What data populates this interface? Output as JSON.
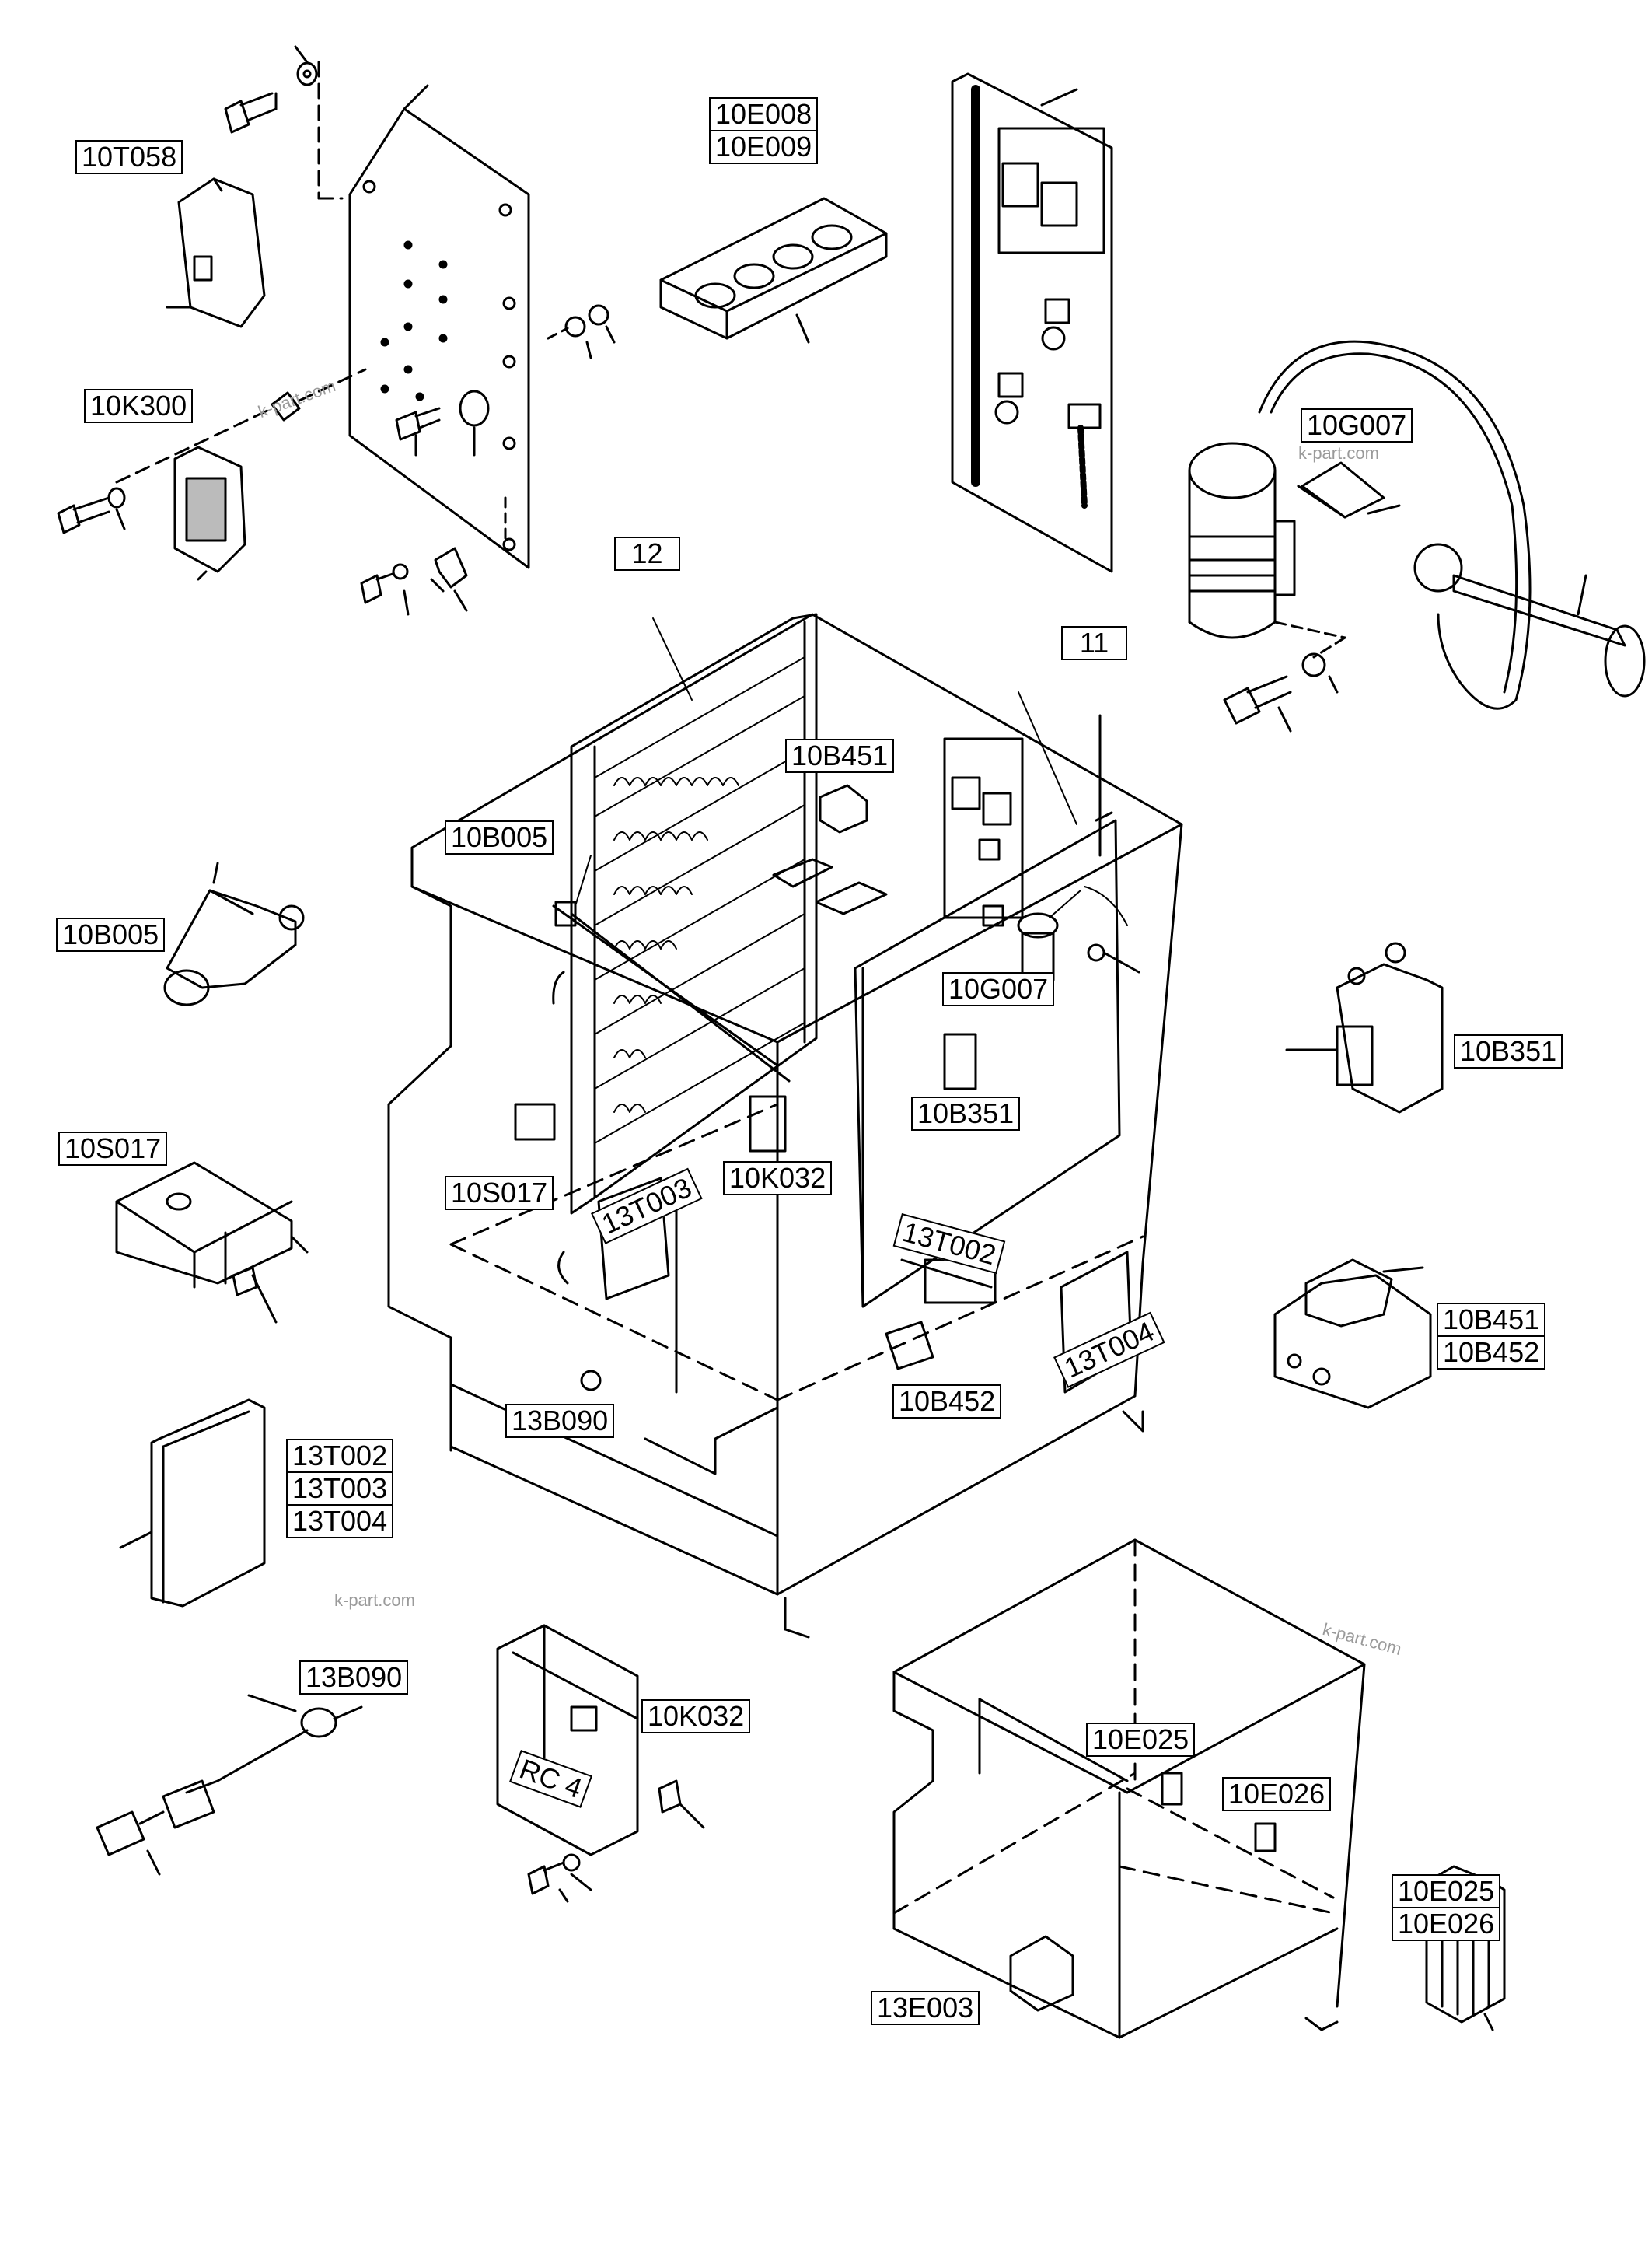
{
  "labels": {
    "l_10T058": "10T058",
    "l_10K300": "10K300",
    "l_10E008": "10E008",
    "l_10E009": "10E009",
    "l_10G007_top": "10G007",
    "l_12": "12",
    "l_11": "11",
    "l_10B451_center": "10B451",
    "l_10B005_center": "10B005",
    "l_10B005_left": "10B005",
    "l_10G007_center": "10G007",
    "l_10B351_right": "10B351",
    "l_10B351_center": "10B351",
    "l_10S017_left": "10S017",
    "l_10S017_center": "10S017",
    "l_10K032_center": "10K032",
    "l_13T003_center": "13T003",
    "l_13T002_center": "13T002",
    "l_13T004_center": "13T004",
    "l_13B090_center": "13B090",
    "l_10B452_center": "10B452",
    "l_10B451_right": "10B451",
    "l_10B452_right": "10B452",
    "l_13T002_left": "13T002",
    "l_13T003_left": "13T003",
    "l_13T004_left": "13T004",
    "l_13B090_left": "13B090",
    "l_10K032_bottom": "10K032",
    "l_10E025_center": "10E025",
    "l_10E026_center": "10E026",
    "l_10E025_right": "10E025",
    "l_10E026_right": "10E026",
    "l_13E003": "13E003",
    "rc4": "RC 4"
  },
  "watermarks": [
    "k-part.com",
    "k-part.com",
    "k-part.com",
    "k-part.com"
  ]
}
